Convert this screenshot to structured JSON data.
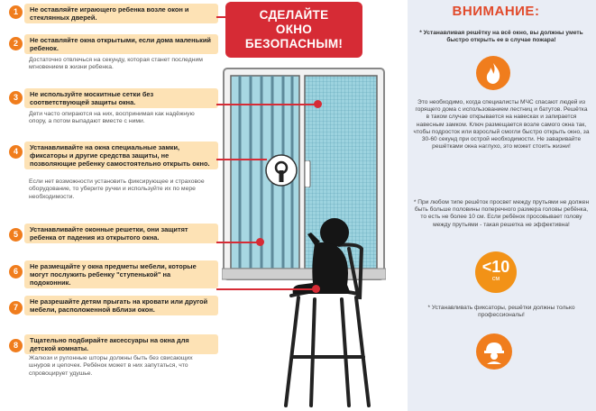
{
  "title": {
    "line1": "СДЕЛАЙТЕ",
    "line2": "ОКНО",
    "line3": "БЕЗОПАСНЫМ!"
  },
  "tips": [
    {
      "num": "1",
      "title": "Не оставляйте играющего ребенка возле окон и стеклянных дверей.",
      "desc": ""
    },
    {
      "num": "2",
      "title": "Не оставляйте окна открытыми, если дома маленький ребенок.",
      "desc": "Достаточно отвлечься на секунду, которая станет последним мгновением в жизни ребенка."
    },
    {
      "num": "3",
      "title": "Не используйте москитные сетки без соответствующей защиты окна.",
      "desc": "Дети часто опираются на них, воспринимая как надёжную опору, а потом выпадают вместе с ними."
    },
    {
      "num": "4",
      "title": "Устанавливайте на окна специальные замки, фиксаторы и другие средства защиты, не позволяющие ребенку самостоятельно открыть окно.",
      "desc": "Если нет возможности установить фиксирующее и страховое оборудование, то уберите ручки и используйте их по мере необходимости."
    },
    {
      "num": "5",
      "title": "Устанавливайте оконные решетки, они защитят ребенка от падения из открытого окна.",
      "desc": ""
    },
    {
      "num": "6",
      "title": "Не размещайте у окна предметы мебели, которые могут послужить ребенку \"ступенькой\" на подоконник.",
      "desc": ""
    },
    {
      "num": "7",
      "title": "Не разрешайте детям прыгать на кровати или другой мебели, расположенной вблизи окон.",
      "desc": ""
    },
    {
      "num": "8",
      "title": "Тщательно подбирайте аксессуары на окна для детской комнаты.",
      "desc": "Жалюзи и рулонные шторы должны быть без свисающих шнуров и цепочек. Ребёнок может в них запутаться, что спровоцирует удушье."
    }
  ],
  "warning": {
    "title": "ВНИМАНИЕ:",
    "p1": "* Устанавливая решётку на всё окно, вы должны уметь быстро открыть ее в случае пожара!",
    "p2": "Это необходимо, когда специалисты МЧС спасают людей из горящего дома с использованием лестниц и батутов. Решётка в таком случае открывается на навесках и запирается навесным замком. Ключ размещается возле самого окна так, чтобы подросток или взрослый смогли быстро открыть окно, за 30-60 секунд при острой необходимости. Не заваривайте решётками окна наглухо, это может стоить жизни!",
    "p3": "* При любом типе решёток просвет между прутьями не должен быть больше половины поперечного размера головы ребёнка, то есть не более 10 см. Если ребёнок просовывает голову между прутьями - такая решетка не эффективна!",
    "badge_value": "<10",
    "badge_unit": "см",
    "p4": "* Устанавливать фиксаторы, решётки должны только профессионалы!"
  },
  "colors": {
    "accent_red": "#d62b35",
    "accent_orange": "#f07d1d",
    "tip_background": "#fde2b5",
    "panel_background": "#e9edf5"
  },
  "icons": [
    "fire-icon",
    "worker-helmet-icon",
    "window-lock-icon",
    "child-silhouette-icon"
  ]
}
